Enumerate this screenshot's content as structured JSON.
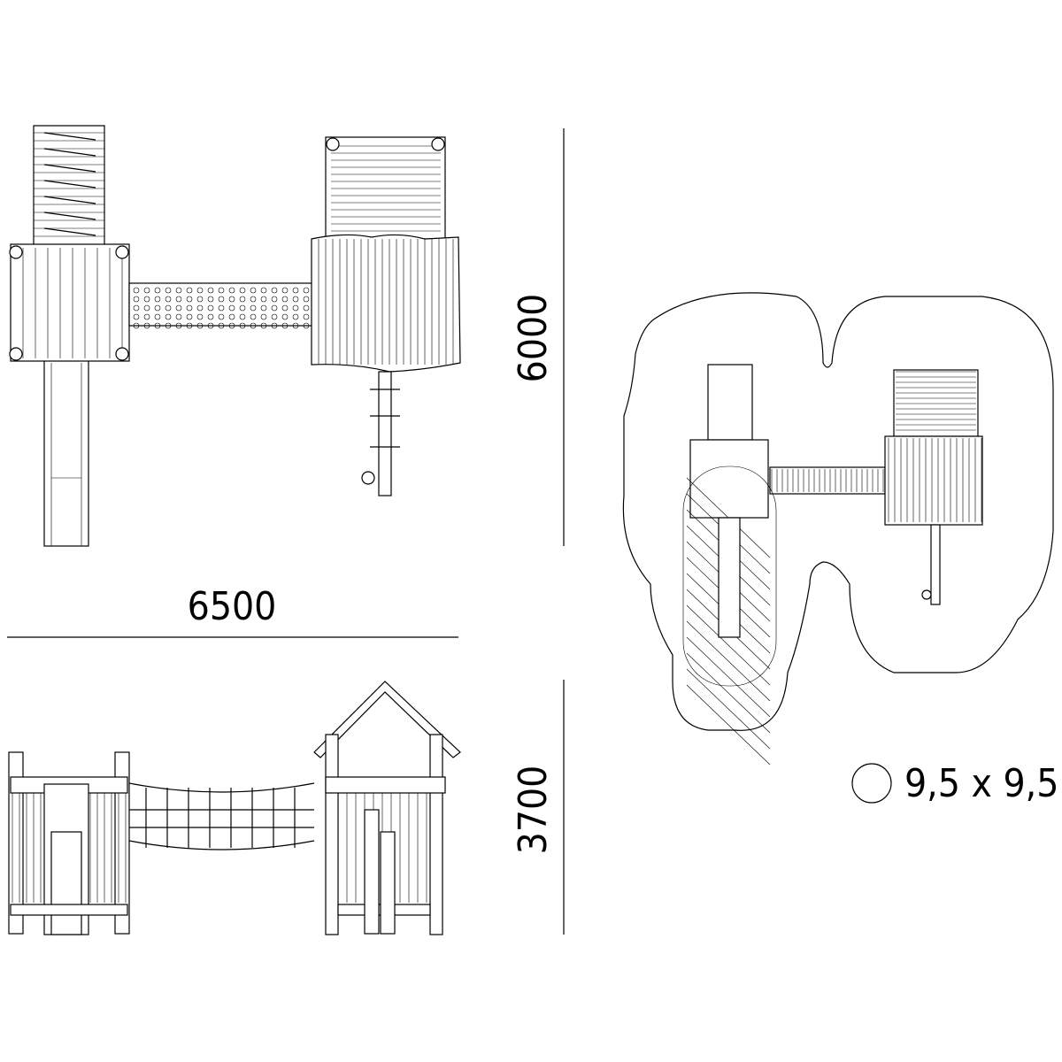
{
  "dimensions": {
    "width": "6500",
    "depth": "6000",
    "height": "3700"
  },
  "safety_area": {
    "label": "9,5 x 9,5"
  },
  "views": [
    "top-view",
    "side-elevation",
    "site-plan"
  ]
}
